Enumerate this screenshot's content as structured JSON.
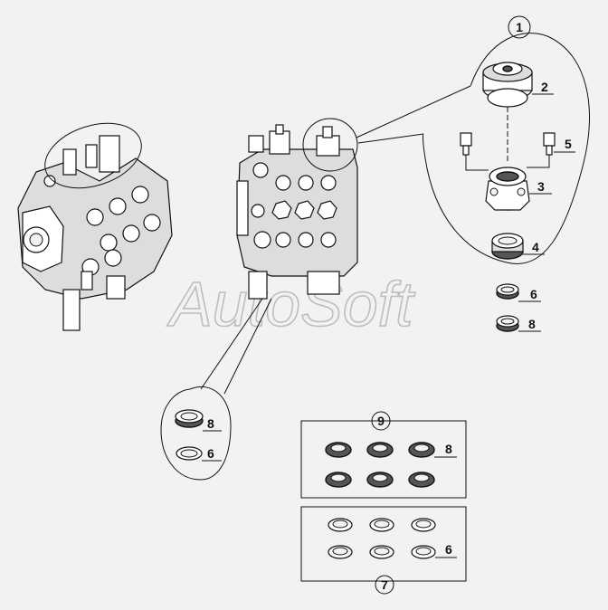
{
  "watermark": "AutoSoft",
  "callouts": {
    "c1": "1",
    "c2": "2",
    "c3": "3",
    "c4": "4",
    "c5": "5",
    "c6_detail": "6",
    "c8_detail": "8",
    "c8_left": "8",
    "c6_left": "6",
    "c9": "9",
    "c8_kit9": "8",
    "c6_kit7": "6",
    "c7": "7"
  }
}
